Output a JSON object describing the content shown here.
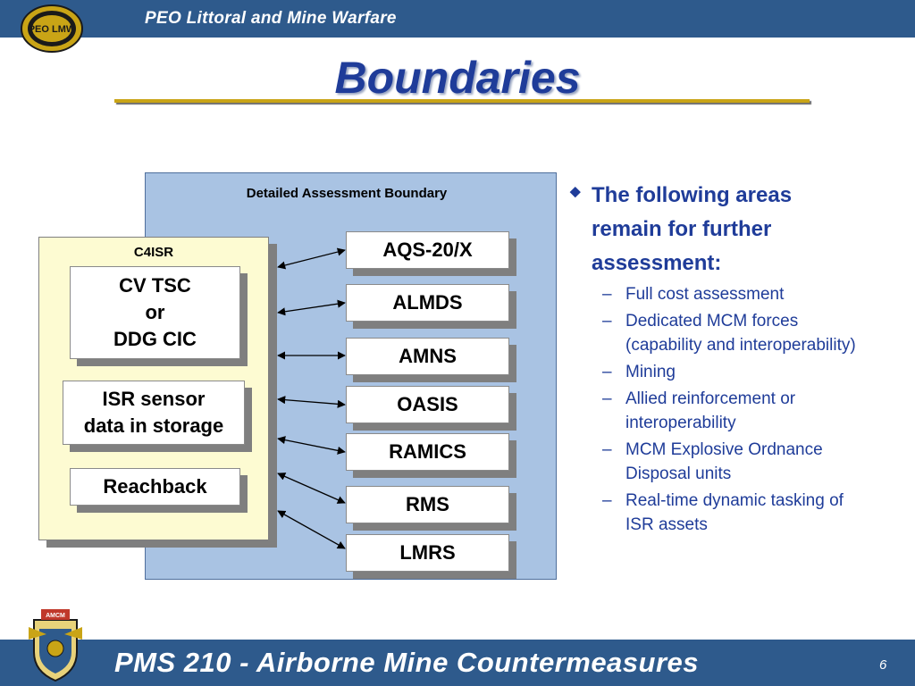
{
  "header": {
    "title": "PEO Littoral and Mine Warfare"
  },
  "title": "Boundaries",
  "diagram": {
    "boundary_label": "Detailed Assessment Boundary",
    "c4isr": {
      "label": "C4ISR",
      "items": [
        {
          "lines": [
            "CV TSC",
            "or",
            "DDG CIC"
          ]
        },
        {
          "lines": [
            "ISR sensor",
            "data in storage"
          ]
        },
        {
          "lines": [
            "Reachback"
          ]
        }
      ]
    },
    "systems": [
      "AQS-20/X",
      "ALMDS",
      "AMNS",
      "OASIS",
      "RAMICS",
      "RMS",
      "LMRS"
    ]
  },
  "bullets": {
    "main": "The following areas remain for further assessment:",
    "subs": [
      "Full cost assessment",
      "Dedicated MCM forces (capability and interoperability)",
      "Mining",
      "Allied reinforcement or interoperability",
      "MCM Explosive Ordnance Disposal units",
      "Real-time dynamic tasking of ISR assets"
    ]
  },
  "logos": {
    "top_text": "PEO LMW",
    "bottom_text": "AMCM"
  },
  "footer": {
    "title": "PMS 210 - Airborne Mine Countermeasures",
    "page_number": "6"
  },
  "colors": {
    "bar": "#2e5a8c",
    "title": "#1f3c99",
    "rule": "#c9a416",
    "boundary": "#a9c3e3",
    "c4isr": "#fdfbd2"
  }
}
